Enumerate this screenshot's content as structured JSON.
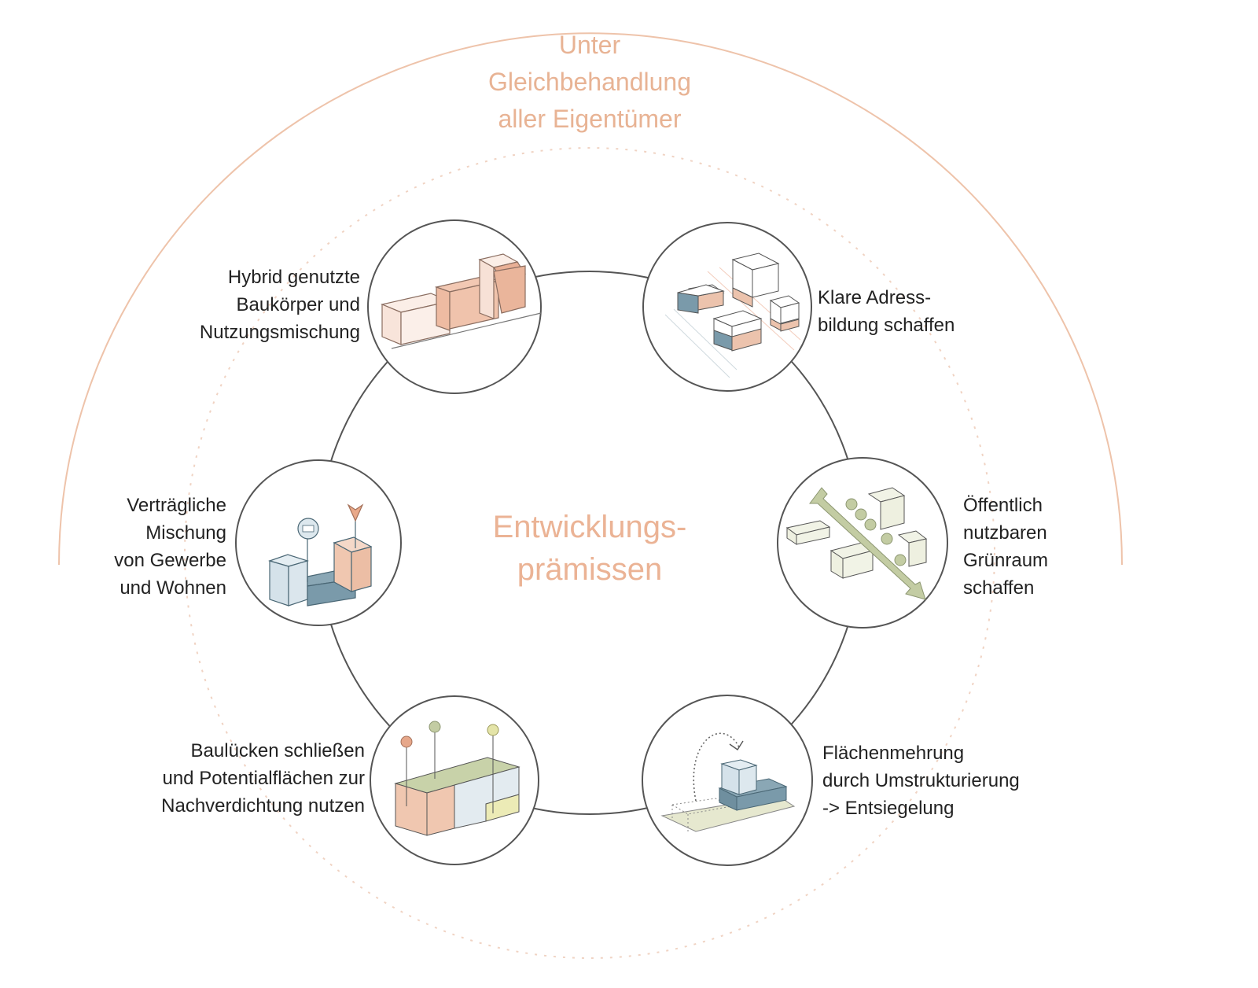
{
  "outer_title": {
    "lines": [
      "Unter",
      "Gleichbehandlung",
      "aller Eigentümer"
    ]
  },
  "center_title": {
    "lines": [
      "Entwicklungs-",
      "prämissen"
    ]
  },
  "premises": [
    {
      "id": "hybrid",
      "lines": [
        "Hybrid genutzte",
        "Baukörper  und",
        "Nutzungsmischung"
      ]
    },
    {
      "id": "adresse",
      "lines": [
        "Klare Adress-",
        "bildung schaffen"
      ]
    },
    {
      "id": "mischung",
      "lines": [
        "Verträgliche",
        "Mischung",
        "von Gewerbe",
        "und Wohnen"
      ]
    },
    {
      "id": "gruenraum",
      "lines": [
        "Öffentlich",
        "nutzbaren",
        "Grünraum",
        "schaffen"
      ]
    },
    {
      "id": "bauluecken",
      "lines": [
        "Baulücken schließen",
        "und Potentialflächen zur",
        "Nachverdichtung nutzen"
      ]
    },
    {
      "id": "flaechen",
      "lines": [
        "Flächenmehrung",
        "durch Umstrukturierung",
        "-> Entsiegelung"
      ]
    }
  ],
  "colors": {
    "accent": "#e8b394",
    "salmon": "#ecc3ad",
    "salmon_dark": "#e3a98c",
    "blue": "#7a9aaa",
    "blue_light": "#d5e2ea",
    "green": "#c3cca3",
    "green_light": "#eef0e0",
    "yellow": "#ecebb6",
    "line": "#444444",
    "ring": "#666666"
  }
}
